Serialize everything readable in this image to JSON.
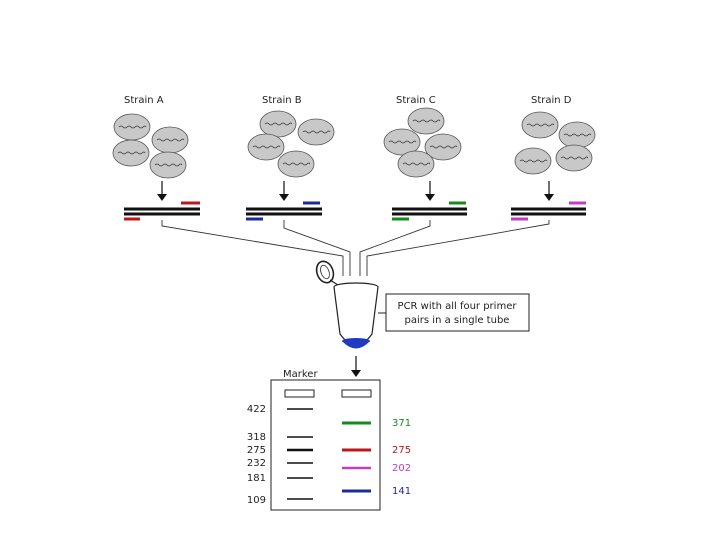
{
  "strains": [
    {
      "label": "Strain A",
      "primer_color": "#c0141c"
    },
    {
      "label": "Strain B",
      "primer_color": "#1b2a9c"
    },
    {
      "label": "Strain C",
      "primer_color": "#178a1e"
    },
    {
      "label": "Strain D",
      "primer_color": "#c63bc4"
    }
  ],
  "pcr_box": {
    "line1": "PCR with all four primer",
    "line2": "pairs in a single tube"
  },
  "gel": {
    "marker_label": "Marker",
    "marker_sizes": [
      "422",
      "318",
      "275",
      "232",
      "181",
      "109"
    ],
    "sample_bands": [
      {
        "size": "371",
        "color": "#178a1e"
      },
      {
        "size": "275",
        "color": "#c0141c"
      },
      {
        "size": "202",
        "color": "#c63bc4"
      },
      {
        "size": "141",
        "color": "#1b2a9c"
      }
    ]
  },
  "colors": {
    "cell_fill": "#c8c8c8",
    "tube_liquid": "#1f3bbf",
    "ink": "#111111"
  }
}
